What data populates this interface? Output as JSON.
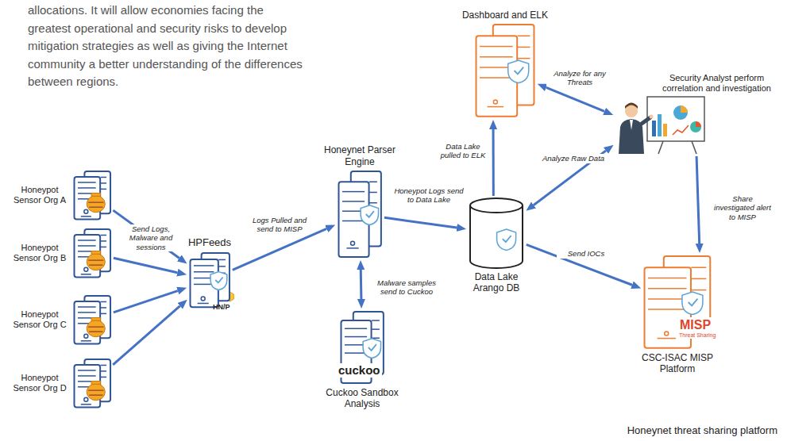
{
  "diagram": {
    "caption": "Honeynet threat sharing platform",
    "nodes": [
      {
        "text": [
          "Honeypot Sensor Org A"
        ]
      },
      {
        "text": [
          "Honeypot Sensor Org B"
        ]
      },
      {
        "text": [
          "Honeypot Sensor Org C"
        ]
      },
      {
        "text": [
          "Honeypot Sensor Org D"
        ]
      },
      {
        "text": [
          "HPFeeds"
        ]
      },
      {
        "text": [
          "Honeynet Parser Engine"
        ]
      },
      {
        "text": [
          "cuckoo",
          "Cuckoo Sandbox Analysis"
        ]
      },
      {
        "text": [
          "Data Lake Arango DB"
        ]
      },
      {
        "text": [
          "Dashboard and ELK"
        ]
      },
      {
        "text": [
          "Security Analyst perform correlation and investigation"
        ]
      },
      {
        "text": [
          "MISP",
          "Threat Sharing",
          "CSC-ISAC MISP Platform"
        ]
      }
    ],
    "edges": [
      {
        "from": 0,
        "to": 4,
        "arrow": "to"
      },
      {
        "from": 1,
        "to": 4,
        "arrow": "to",
        "label": "Send Logs, Malware and sessions"
      },
      {
        "from": 2,
        "to": 4,
        "arrow": "to"
      },
      {
        "from": 3,
        "to": 4,
        "arrow": "to"
      },
      {
        "from": 4,
        "to": 5,
        "arrow": "to",
        "label": "Logs Pulled and send to MISP"
      },
      {
        "from": 5,
        "to": 6,
        "arrow": "both",
        "label": "Malware samples send to Cuckoo"
      },
      {
        "from": 5,
        "to": 7,
        "arrow": "to",
        "label": "Honeypot Logs send to Data Lake"
      },
      {
        "from": 7,
        "to": 8,
        "arrow": "to",
        "label": "Data Lake pulled to ELK"
      },
      {
        "from": 8,
        "to": 9,
        "arrow": "both",
        "label": "Analyze for any Threats"
      },
      {
        "from": 9,
        "to": 7,
        "arrow": "both",
        "label": "Analyze Raw Data"
      },
      {
        "from": 7,
        "to": 10,
        "arrow": "to",
        "label": "Send IOCs"
      },
      {
        "from": 9,
        "to": 10,
        "arrow": "to",
        "label": "Share investigated alert to MISP"
      }
    ],
    "labels": [
      "allocations. It will allow economies facing the greatest operational and security risks to develop mitigation strategies as well as giving the Internet community a better understanding of the differences between regions.",
      "HN/P"
    ]
  }
}
